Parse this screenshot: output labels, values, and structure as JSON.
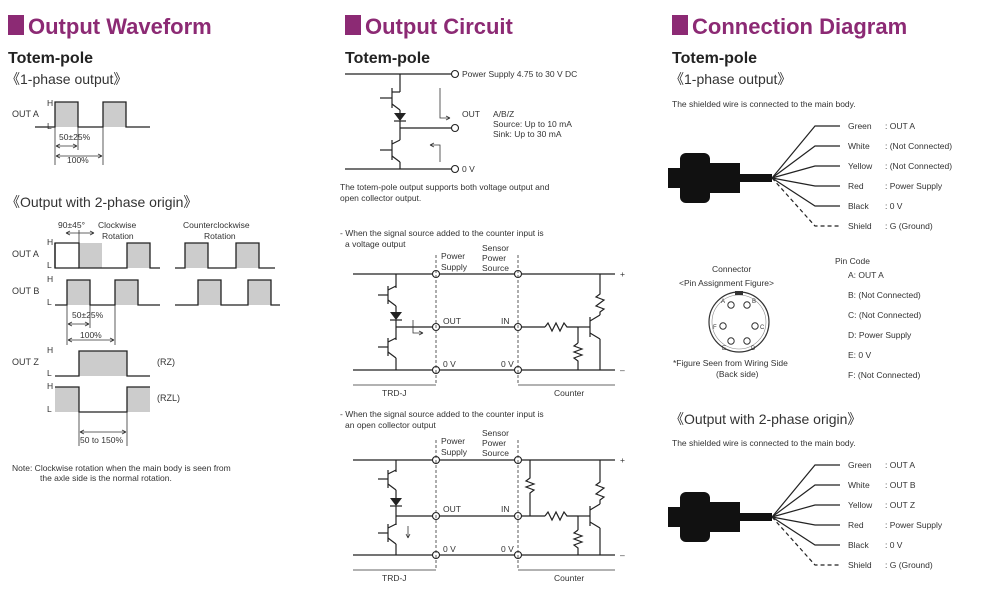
{
  "colors": {
    "accent": "#8c2a74",
    "pulse_fill": "#cccccc"
  },
  "waveform": {
    "title": "Output Waveform",
    "subtitle": "Totem-pole",
    "one_phase_heading": "《1-phase output》",
    "out_a": "OUT A",
    "h": "H",
    "l": "L",
    "duty": "50±25%",
    "full": "100%",
    "two_phase_heading": "《Output with 2-phase origin》",
    "phase_angle": "90±45°",
    "cw_label_1": "Clockwise",
    "cw_label_2": "Rotation",
    "ccw_label_1": "Counterclockwise",
    "ccw_label_2": "Rotation",
    "out_b": "OUT B",
    "out_z": "OUT Z",
    "rz": "(RZ)",
    "rzl": "(RZL)",
    "z_width": "50 to 150%",
    "note_1": "Note: Clockwise rotation when the main body is seen from",
    "note_2": "the axle side is the normal rotation."
  },
  "circuit": {
    "title": "Output Circuit",
    "subtitle": "Totem-pole",
    "power_supply": "Power Supply 4.75 to 30 V DC",
    "out": "OUT",
    "abz": "A/B/Z",
    "source": "Source: Up to 10 mA",
    "sink": "Sink: Up to 30 mA",
    "zero_v": "0 V",
    "desc_1": "The totem-pole output supports both voltage output and",
    "desc_2": "open collector output.",
    "case1_1": "- When the signal source added to the counter input is",
    "case1_2": "a voltage output",
    "case2_1": "- When the signal source added to the counter input is",
    "case2_2": "an open collector output",
    "power": "Power",
    "supply": "Supply",
    "sensor": "Sensor",
    "power2": "Power",
    "source_lbl": "Source",
    "out_lbl": "OUT",
    "in_lbl": "IN",
    "ov_lbl": "0 V",
    "plus": "+",
    "minus": "–",
    "trdj": "TRD-J",
    "counter": "Counter"
  },
  "connection": {
    "title": "Connection Diagram",
    "subtitle": "Totem-pole",
    "one_phase_heading": "《1-phase output》",
    "shield_note": "The shielded wire is connected to the main body.",
    "wires_1": [
      {
        "color": "Green",
        "signal": ": OUT A"
      },
      {
        "color": "White",
        "signal": ": (Not Connected)"
      },
      {
        "color": "Yellow",
        "signal": ": (Not Connected)"
      },
      {
        "color": "Red",
        "signal": ": Power Supply"
      },
      {
        "color": "Black",
        "signal": ": 0 V"
      },
      {
        "color": "Shield",
        "signal": ": G (Ground)"
      }
    ],
    "connector_1": "Connector",
    "connector_2": "<Pin Assignment Figure>",
    "fig_note_1": "*Figure Seen from Wiring Side",
    "fig_note_2": "(Back side)",
    "pins": [
      "A",
      "B",
      "C",
      "D",
      "E",
      "F"
    ],
    "pin_code": "Pin Code",
    "pin_list": [
      "A: OUT A",
      "B: (Not Connected)",
      "C: (Not Connected)",
      "D: Power Supply",
      "E: 0 V",
      "F: (Not Connected)"
    ],
    "two_phase_heading": "《Output with 2-phase origin》",
    "shield_note_2": "The shielded wire is connected to the main body.",
    "wires_2": [
      {
        "color": "Green",
        "signal": ": OUT A"
      },
      {
        "color": "White",
        "signal": ": OUT B"
      },
      {
        "color": "Yellow",
        "signal": ": OUT Z"
      },
      {
        "color": "Red",
        "signal": ": Power Supply"
      },
      {
        "color": "Black",
        "signal": ": 0 V"
      },
      {
        "color": "Shield",
        "signal": ": G (Ground)"
      }
    ]
  }
}
